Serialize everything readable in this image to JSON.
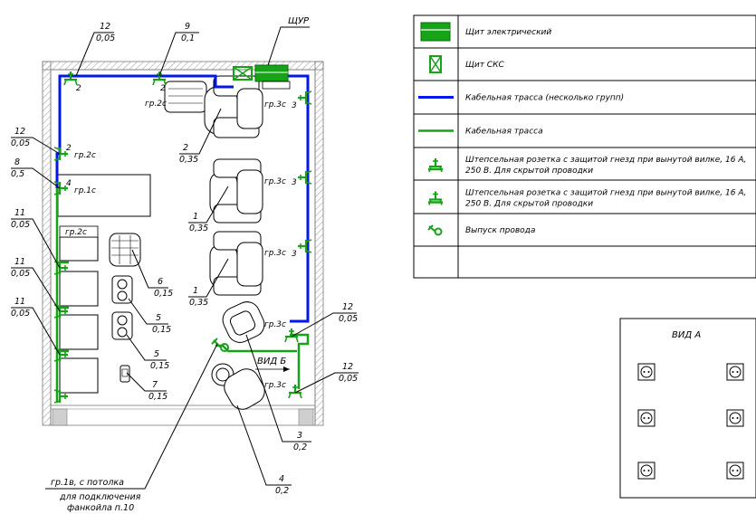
{
  "plan": {
    "shur_label": "ЩУР",
    "vid_b_label": "ВИД Б",
    "groups": {
      "g2c_top": "гр.2с",
      "g2c_left": "гр.2с",
      "g2c_box": "гр.2с",
      "g1c": "гр.1с",
      "g3c_a": "гр.3с",
      "g3c_b": "гр.3с",
      "g3c_c": "гр.3с",
      "g3c_d": "гр.3с",
      "g3c_e": "гр.3с"
    },
    "socket_numbers": {
      "n2_top": "2",
      "n2_top2": "2",
      "n2_left": "2",
      "n4": "4",
      "n3a": "3",
      "n3b": "3",
      "n3c": "3"
    },
    "leaders": [
      {
        "id": "l12_top",
        "num": "12",
        "den": "0,05"
      },
      {
        "id": "l9",
        "num": "9",
        "den": "0,1"
      },
      {
        "id": "l12_left",
        "num": "12",
        "den": "0,05"
      },
      {
        "id": "l8",
        "num": "8",
        "den": "0,5"
      },
      {
        "id": "l11a",
        "num": "11",
        "den": "0,05"
      },
      {
        "id": "l11b",
        "num": "11",
        "den": "0,05"
      },
      {
        "id": "l11c",
        "num": "11",
        "den": "0,05"
      },
      {
        "id": "l2",
        "num": "2",
        "den": "0,35"
      },
      {
        "id": "l1a",
        "num": "1",
        "den": "0,35"
      },
      {
        "id": "l1b",
        "num": "1",
        "den": "0,35"
      },
      {
        "id": "l6",
        "num": "6",
        "den": "0,15"
      },
      {
        "id": "l5a",
        "num": "5",
        "den": "0,15"
      },
      {
        "id": "l5b",
        "num": "5",
        "den": "0,15"
      },
      {
        "id": "l7",
        "num": "7",
        "den": "0,15"
      },
      {
        "id": "l12_r1",
        "num": "12",
        "den": "0,05"
      },
      {
        "id": "l12_r2",
        "num": "12",
        "den": "0,05"
      },
      {
        "id": "l3",
        "num": "3",
        "den": "0,2"
      },
      {
        "id": "l4",
        "num": "4",
        "den": "0,2"
      }
    ],
    "fancoil_note": [
      "гр.1в, с потолка",
      "для подключения",
      "фанкойла п.10"
    ]
  },
  "legend": {
    "rows": [
      {
        "icon": "electric-panel-icon",
        "text": "Щит электрический"
      },
      {
        "icon": "sks-panel-icon",
        "text": "Щит СКС"
      },
      {
        "icon": "cable-route-multi-icon",
        "text": "Кабельная трасса (несколько групп)"
      },
      {
        "icon": "cable-route-icon",
        "text": "Кабельная трасса"
      },
      {
        "icon": "socket-icon",
        "text": [
          "Штепсельная розетка с защитой гнезд при вынутой вилке, 16 А,",
          "250 В. Для скрытой проводки"
        ]
      },
      {
        "icon": "socket-icon",
        "text": [
          "Штепсельная розетка с защитой гнезд при вынутой вилке, 16 А,",
          "250 В. Для скрытой проводки"
        ]
      },
      {
        "icon": "wire-outlet-icon",
        "text": "Выпуск провода"
      },
      {
        "icon": "",
        "text": ""
      }
    ]
  },
  "view_a": {
    "title": "ВИД А"
  },
  "colors": {
    "green": "#16a318",
    "blue": "#0019e8",
    "wall": "#7a7a7a",
    "line": "#000000"
  }
}
